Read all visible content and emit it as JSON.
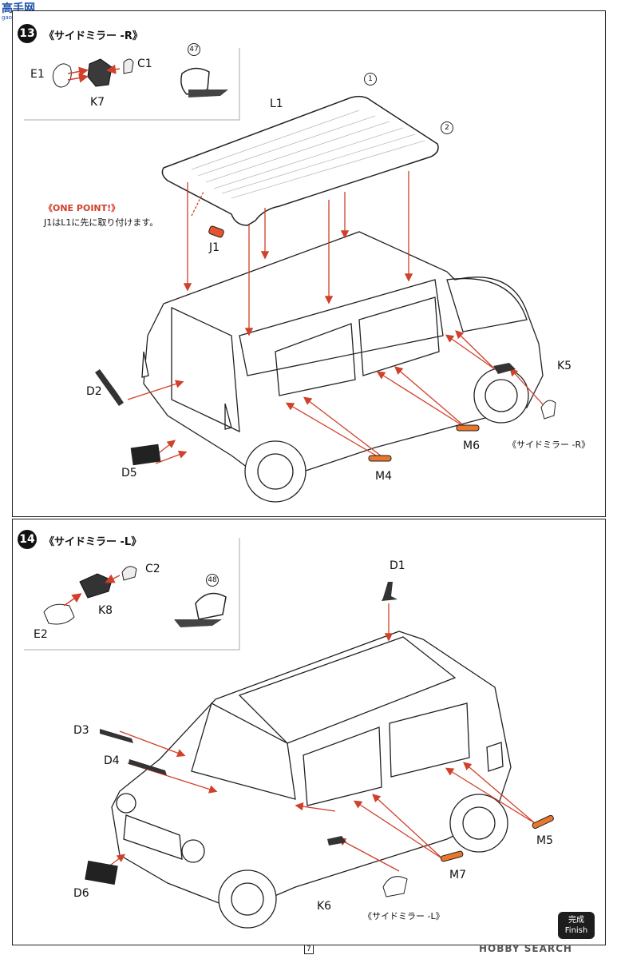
{
  "site_logo": {
    "text": "高手网",
    "sub": "gaoshou.net"
  },
  "step13": {
    "title": "《サイドミラー -R》",
    "parts": [
      "E1",
      "K7",
      "C1"
    ],
    "ref_number": "47",
    "roof_label": "L1",
    "roof_points": [
      "1",
      "2"
    ],
    "one_point_heading": "《ONE POINT!》",
    "one_point_text": "J1はL1に先に取り付けます。",
    "labels": [
      "J1",
      "D2",
      "D5",
      "M4",
      "M6",
      "K5"
    ],
    "mirror_caption": "《サイドミラー -R》"
  },
  "step14": {
    "number": "14",
    "title": "《サイドミラー -L》",
    "parts": [
      "C2",
      "K8",
      "E2"
    ],
    "ref_number": "48",
    "labels": [
      "D1",
      "D3",
      "D4",
      "D6",
      "K6",
      "M5",
      "M7"
    ],
    "mirror_caption": "《サイドミラー -L》"
  },
  "finish": {
    "ja": "完成",
    "en": "Finish"
  },
  "page_number": "7",
  "watermark": "HOBBY SEARCH",
  "colors": {
    "accent_red": "#d0402a",
    "part_orange": "#e8772e",
    "line": "#222222"
  }
}
